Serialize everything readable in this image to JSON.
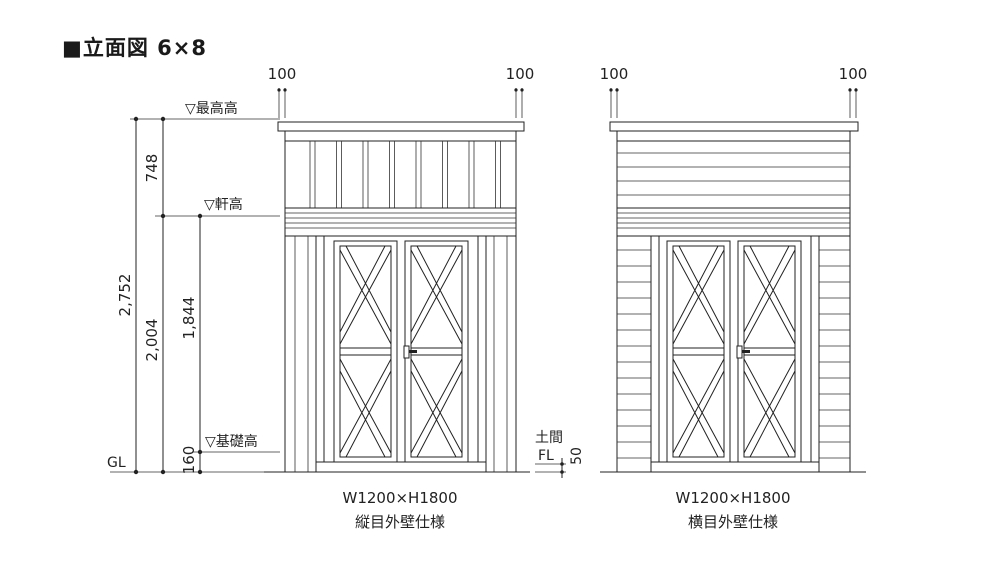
{
  "title": "■立面図 6×8",
  "levels": {
    "top": "▽最高高",
    "eave": "▽軒高",
    "foundation": "▽基礎高",
    "gl": "GL"
  },
  "dimensions": {
    "total": "2,752",
    "upper": "748",
    "lower": "2,004",
    "wall": "1,844",
    "base": "160",
    "overhang_left_1": "100",
    "overhang_right_1": "100",
    "overhang_left_2": "100",
    "overhang_right_2": "100",
    "floor_offset": "50"
  },
  "floor_labels": {
    "doma": "土間",
    "fl": "FL"
  },
  "captions": {
    "left_size": "W1200×H1800",
    "left_spec": "縦目外壁仕様",
    "right_size": "W1200×H1800",
    "right_spec": "横目外壁仕様"
  }
}
